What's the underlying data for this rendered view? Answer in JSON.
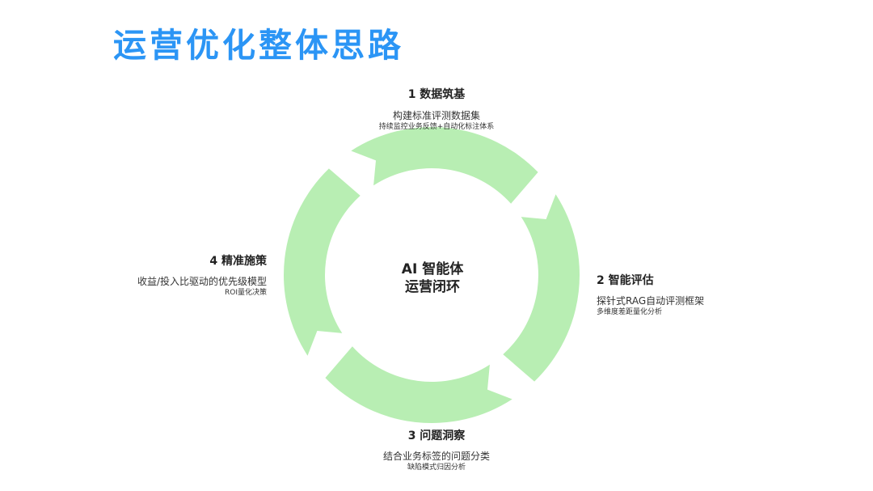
{
  "title": "运营优化整体思路",
  "center": {
    "line1": "AI 智能体",
    "line2": "运营闭环"
  },
  "steps": [
    {
      "heading": "1 数据筑基",
      "desc": "构建标准评测数据集",
      "sub": "持续监控业务反馈+自动化标注体系"
    },
    {
      "heading": "2 智能评估",
      "desc": "探针式RAG自动评测框架",
      "sub": "多维度差距量化分析"
    },
    {
      "heading": "3 问题洞察",
      "desc": "结合业务标签的问题分类",
      "sub": "缺陷模式归因分析"
    },
    {
      "heading": "4 精准施策",
      "desc": "收益/投入比驱动的优先级模型",
      "sub": "ROI量化决策"
    }
  ],
  "colors": {
    "title": "#2b95f5",
    "ring": "#b8eeb3"
  }
}
